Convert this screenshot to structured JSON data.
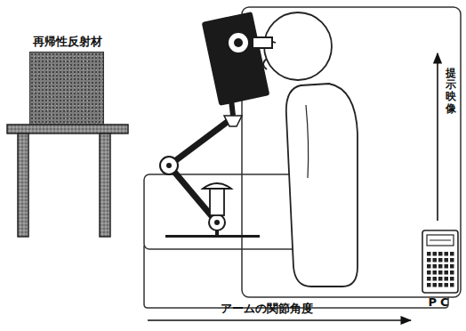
{
  "diagram": {
    "nodes": [
      {
        "text": [
          "再帰性反射材"
        ]
      },
      {
        "text": [
          "PC"
        ]
      }
    ],
    "labels": [
      "提示映像",
      "アームの関節角度"
    ]
  }
}
